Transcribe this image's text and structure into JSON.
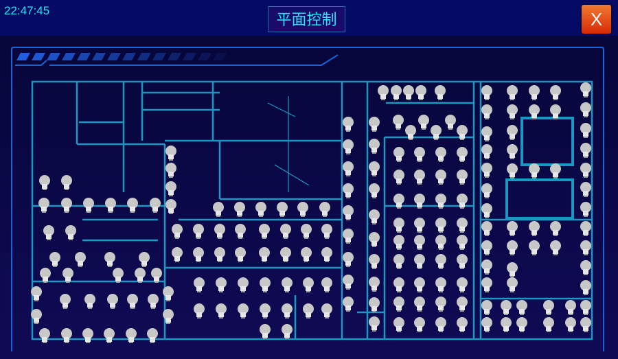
{
  "header": {
    "time": "22:47:45",
    "title": "平面控制",
    "close_label": "X"
  },
  "colors": {
    "header_bg": "#020a63",
    "accent": "#22e8f8",
    "wall": "#1aa8d0",
    "close": "#e0441a",
    "bulb": "#c8c8c8"
  }
}
